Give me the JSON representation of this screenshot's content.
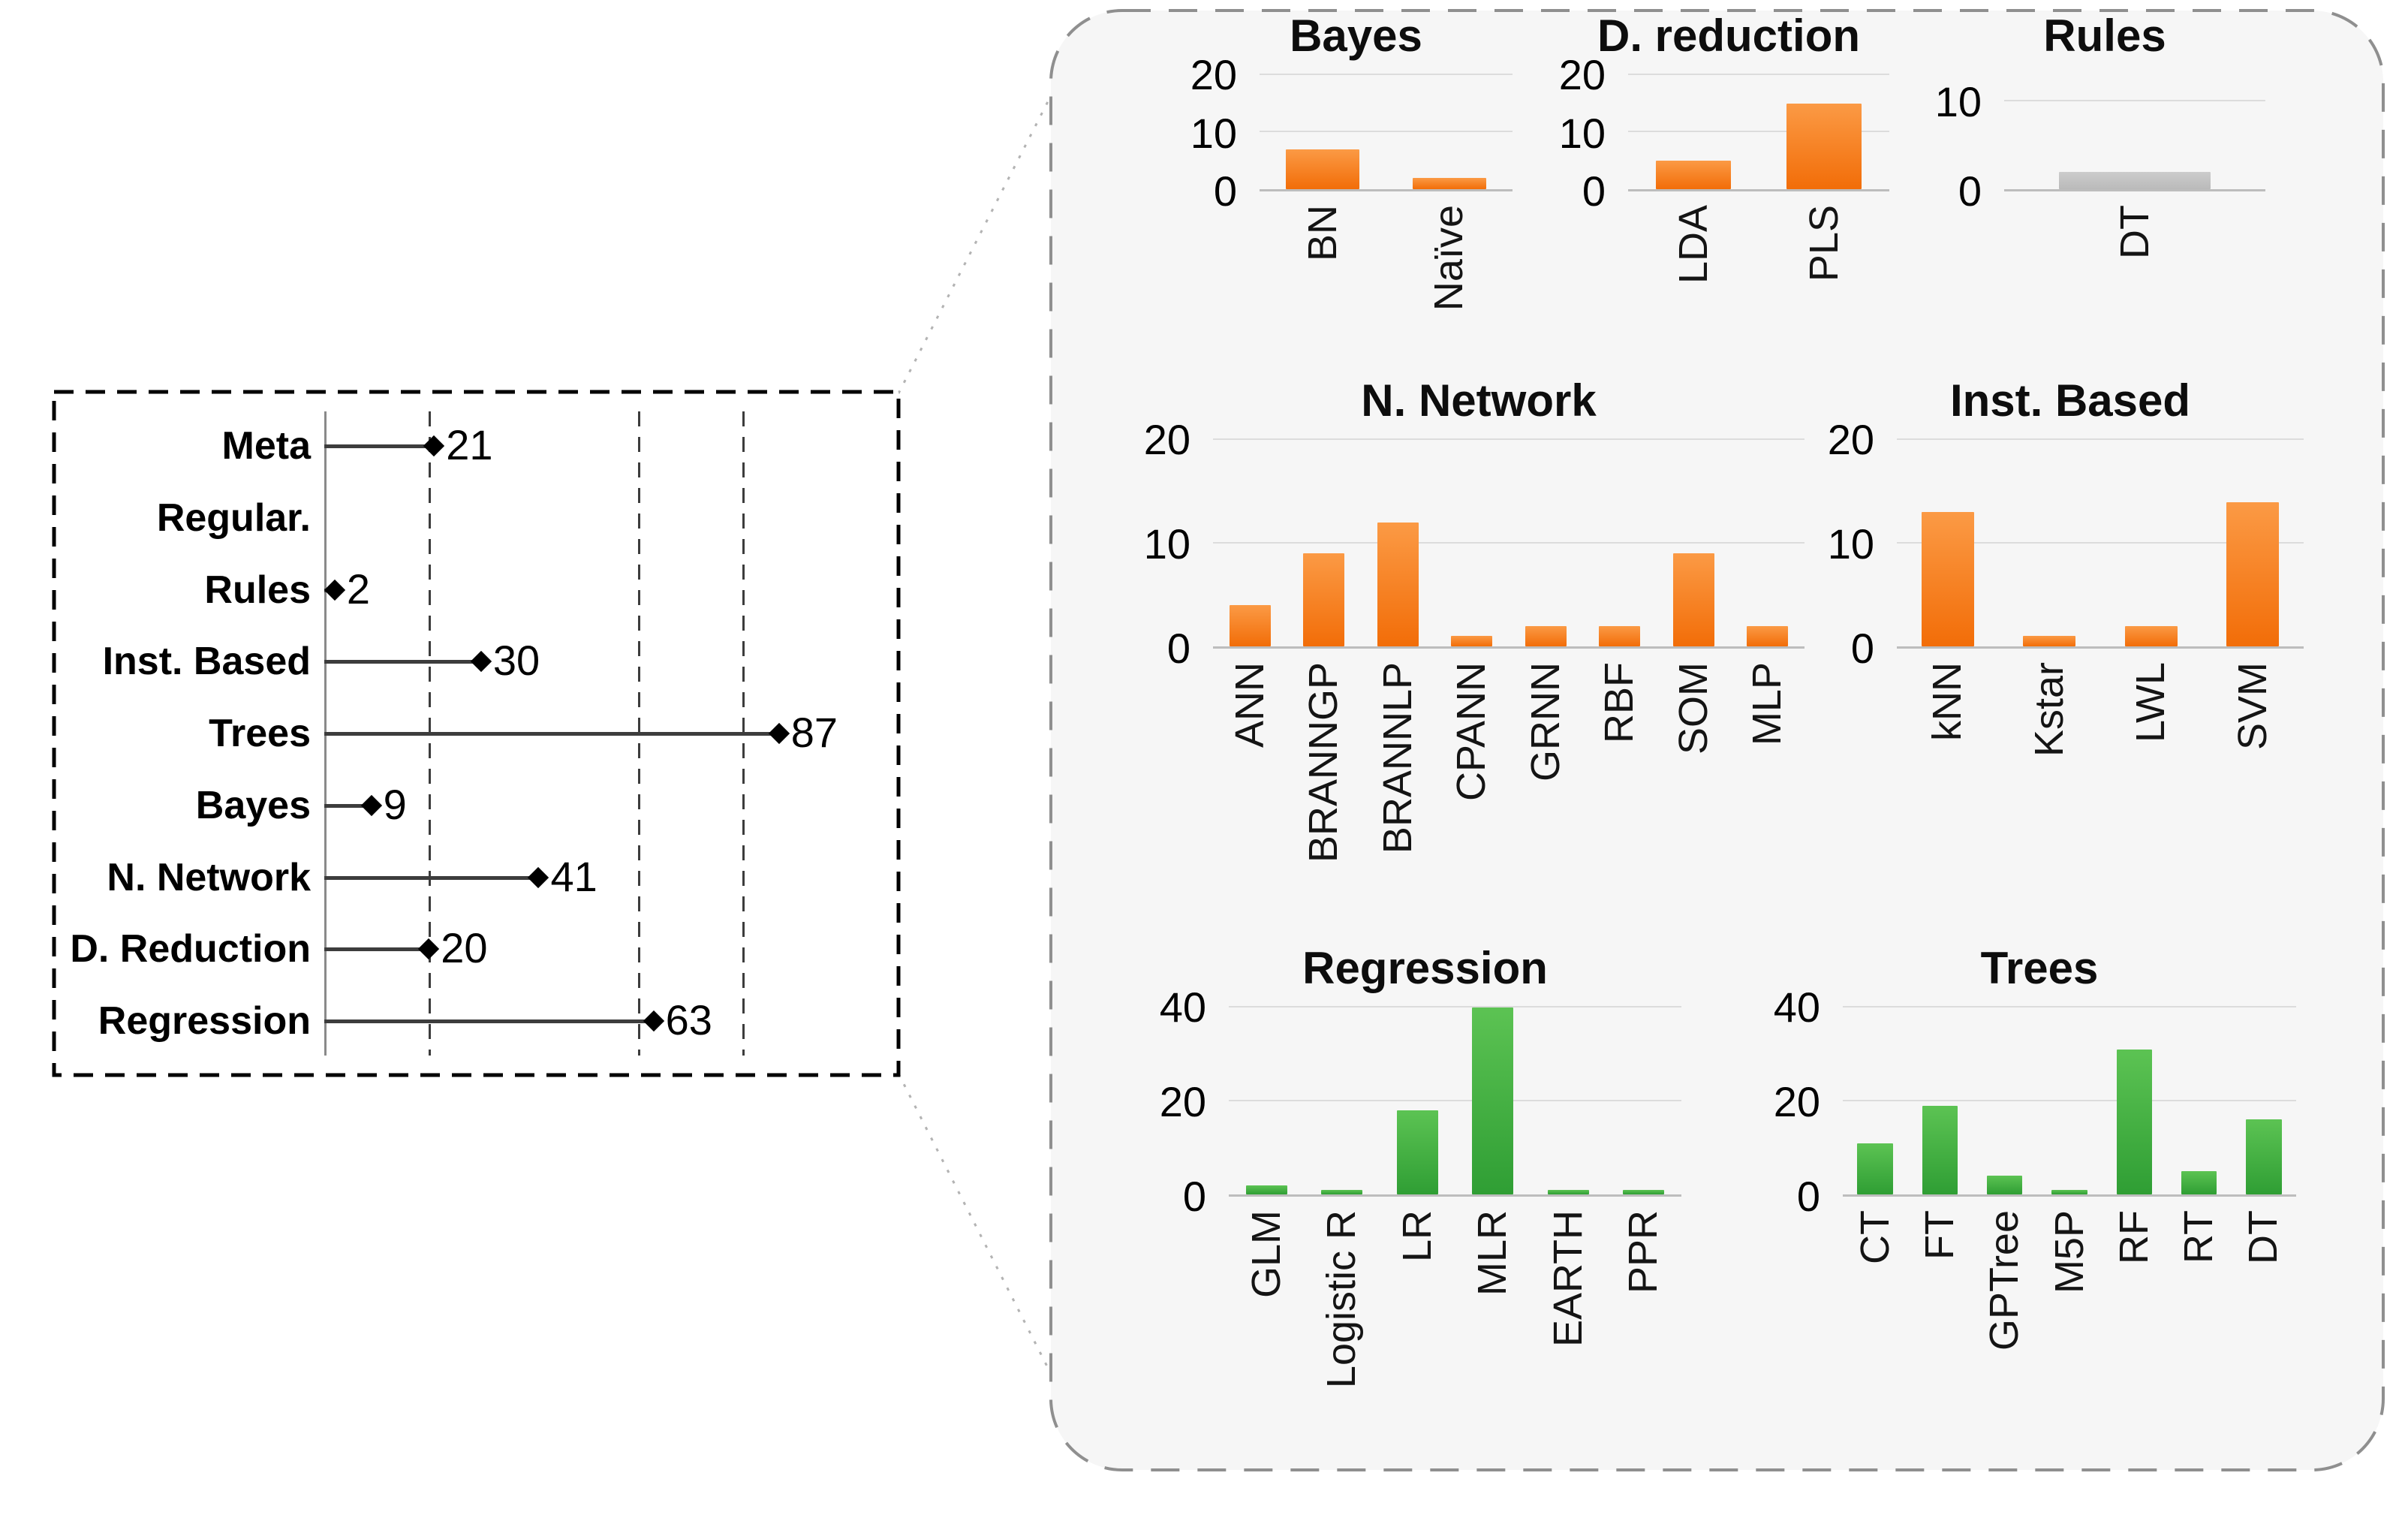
{
  "figure": {
    "description_left_panel": "algorithm family counts",
    "description_right_panel": "per-family algorithm counts"
  },
  "colors": {
    "orange_top": "#fb9a45",
    "orange_bottom": "#f26d08",
    "green_top": "#5cc353",
    "green_bottom": "#2f9e34",
    "gray_top": "#cccccc",
    "gray_bottom": "#bababa",
    "panel_bg": "#f6f6f6",
    "panel_border": "#8f8f8f",
    "left_box_border": "#000000",
    "connector": "#b3b3b3"
  },
  "chart_data": [
    {
      "type": "lollipop",
      "key": "summary",
      "title": "",
      "categories": [
        "Meta",
        "Regular.",
        "Rules",
        "Inst. Based",
        "Trees",
        "Bayes",
        "N. Network",
        "D. Reduction",
        "Regression"
      ],
      "values": [
        21,
        null,
        2,
        30,
        87,
        9,
        41,
        20,
        63
      ],
      "xlim": [
        0,
        107
      ],
      "gridlines_x": [
        20,
        60,
        80
      ],
      "grid": "dashed-vertical",
      "marker": "diamond",
      "legend": "none"
    },
    {
      "type": "bar",
      "key": "bayes",
      "title": "Bayes",
      "categories": [
        "BN",
        "Naïve"
      ],
      "values": [
        7,
        2
      ],
      "yticks": [
        0,
        10,
        20
      ],
      "ylim": [
        0,
        20
      ],
      "bar_color": "orange",
      "grid": "horizontal"
    },
    {
      "type": "bar",
      "key": "d_reduction",
      "title": "D. reduction",
      "categories": [
        "LDA",
        "PLS"
      ],
      "values": [
        5,
        15
      ],
      "yticks": [
        0,
        10,
        20
      ],
      "ylim": [
        0,
        20
      ],
      "bar_color": "orange",
      "grid": "horizontal"
    },
    {
      "type": "bar",
      "key": "rules",
      "title": "Rules",
      "categories": [
        "DT"
      ],
      "values": [
        2
      ],
      "yticks": [
        0,
        10
      ],
      "ylim": [
        0,
        13
      ],
      "bar_color": "gray",
      "grid": "horizontal"
    },
    {
      "type": "bar",
      "key": "n_network",
      "title": "N. Network",
      "categories": [
        "ANN",
        "BRANNGP",
        "BRANNLP",
        "CPANN",
        "GRNN",
        "RBF",
        "SOM",
        "MLP"
      ],
      "values": [
        4,
        9,
        12,
        1,
        2,
        2,
        9,
        2
      ],
      "yticks": [
        0,
        10,
        20
      ],
      "ylim": [
        0,
        20
      ],
      "bar_color": "orange",
      "grid": "horizontal"
    },
    {
      "type": "bar",
      "key": "inst_based",
      "title": "Inst. Based",
      "categories": [
        "kNN",
        "Kstar",
        "LWL",
        "SVM"
      ],
      "values": [
        13,
        1,
        2,
        14
      ],
      "yticks": [
        0,
        10,
        20
      ],
      "ylim": [
        0,
        20
      ],
      "bar_color": "orange",
      "grid": "horizontal"
    },
    {
      "type": "bar",
      "key": "regression",
      "title": "Regression",
      "categories": [
        "GLM",
        "Logistic R",
        "LR",
        "MLR",
        "EARTH",
        "PPR"
      ],
      "values": [
        2,
        1,
        18,
        40,
        1,
        1
      ],
      "yticks": [
        0,
        20,
        40
      ],
      "ylim": [
        0,
        40
      ],
      "bar_color": "green",
      "grid": "horizontal"
    },
    {
      "type": "bar",
      "key": "trees",
      "title": "Trees",
      "categories": [
        "CT",
        "FT",
        "GPTree",
        "M5P",
        "RF",
        "RT",
        "DT"
      ],
      "values": [
        11,
        19,
        4,
        1,
        31,
        5,
        16
      ],
      "yticks": [
        0,
        20,
        40
      ],
      "ylim": [
        0,
        40
      ],
      "bar_color": "green",
      "grid": "horizontal"
    }
  ]
}
